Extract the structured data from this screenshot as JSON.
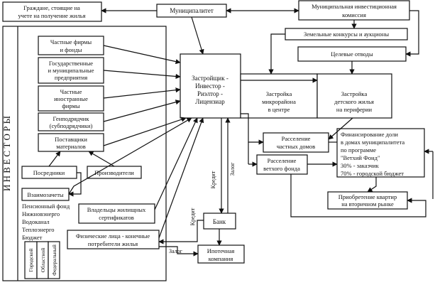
{
  "diagram": {
    "investors_label": "И Н В Е С Т О Р Ы",
    "nodes": {
      "citizens": [
        "Граждане, стоящие на",
        "учете на получение жилья"
      ],
      "municipality": "Муниципалитет",
      "mun_commission": [
        "Муниципальная инвестиционная",
        "комиссия"
      ],
      "land_tenders": "Земельные конкурсы и аукционы",
      "target_allotments": "Целевые отводы",
      "private_firms": [
        "Частные фирмы",
        "и фонды"
      ],
      "state_enterprises": [
        "Государственные",
        "и муниципальные",
        "предприятия"
      ],
      "foreign_firms": [
        "Частные",
        "иностранные",
        "фирмы"
      ],
      "general_contractor": [
        "Генподрядчик",
        "(субподрядчики)"
      ],
      "material_suppliers": [
        "Поставщики",
        "материалов"
      ],
      "intermediaries": "Посредники",
      "producers": "Производители",
      "offsets": "Взаимозачеты",
      "organizations": [
        "Пенсионный фонд",
        "Нижновэнерго",
        "Водоканал",
        "Теплоэнерго",
        "Бюджет"
      ],
      "budget_levels": [
        "Городской",
        "Областной",
        "Федеральный"
      ],
      "certificate_holders": [
        "Владельцы жилищных",
        "сертификатов"
      ],
      "individuals": [
        "Физические лица - конечные",
        "потребители жилья"
      ],
      "developer": [
        "Застройщик -",
        "Инвестор -",
        "Риэлтор -",
        "Лицензиар"
      ],
      "center_construction": [
        "Застройка",
        "микрорайона",
        "в центре"
      ],
      "periphery_construction": [
        "Застройка",
        "детского жилья",
        "на периферии"
      ],
      "private_resettlement": [
        "Расселение",
        "частных домов"
      ],
      "dilapidated_resettlement": [
        "Расселение",
        "ветхого фонда"
      ],
      "financing": [
        "Финансирование доли",
        "в домах муниципалитета",
        "по программе",
        "\"Ветхий Фонд\"",
        "30% - заказчик",
        "70% - городской бюджет"
      ],
      "secondary_market": [
        "Приобретение квартир",
        "на вторичном рынке"
      ],
      "bank": "Банк",
      "mortgage_company": [
        "Ипотечная",
        "компания"
      ]
    },
    "edge_labels": {
      "credit_vertical": "Кредит",
      "pledge_vertical": "Залог",
      "credit_left": "Кредит",
      "pledge_bottom": "Залог"
    }
  }
}
